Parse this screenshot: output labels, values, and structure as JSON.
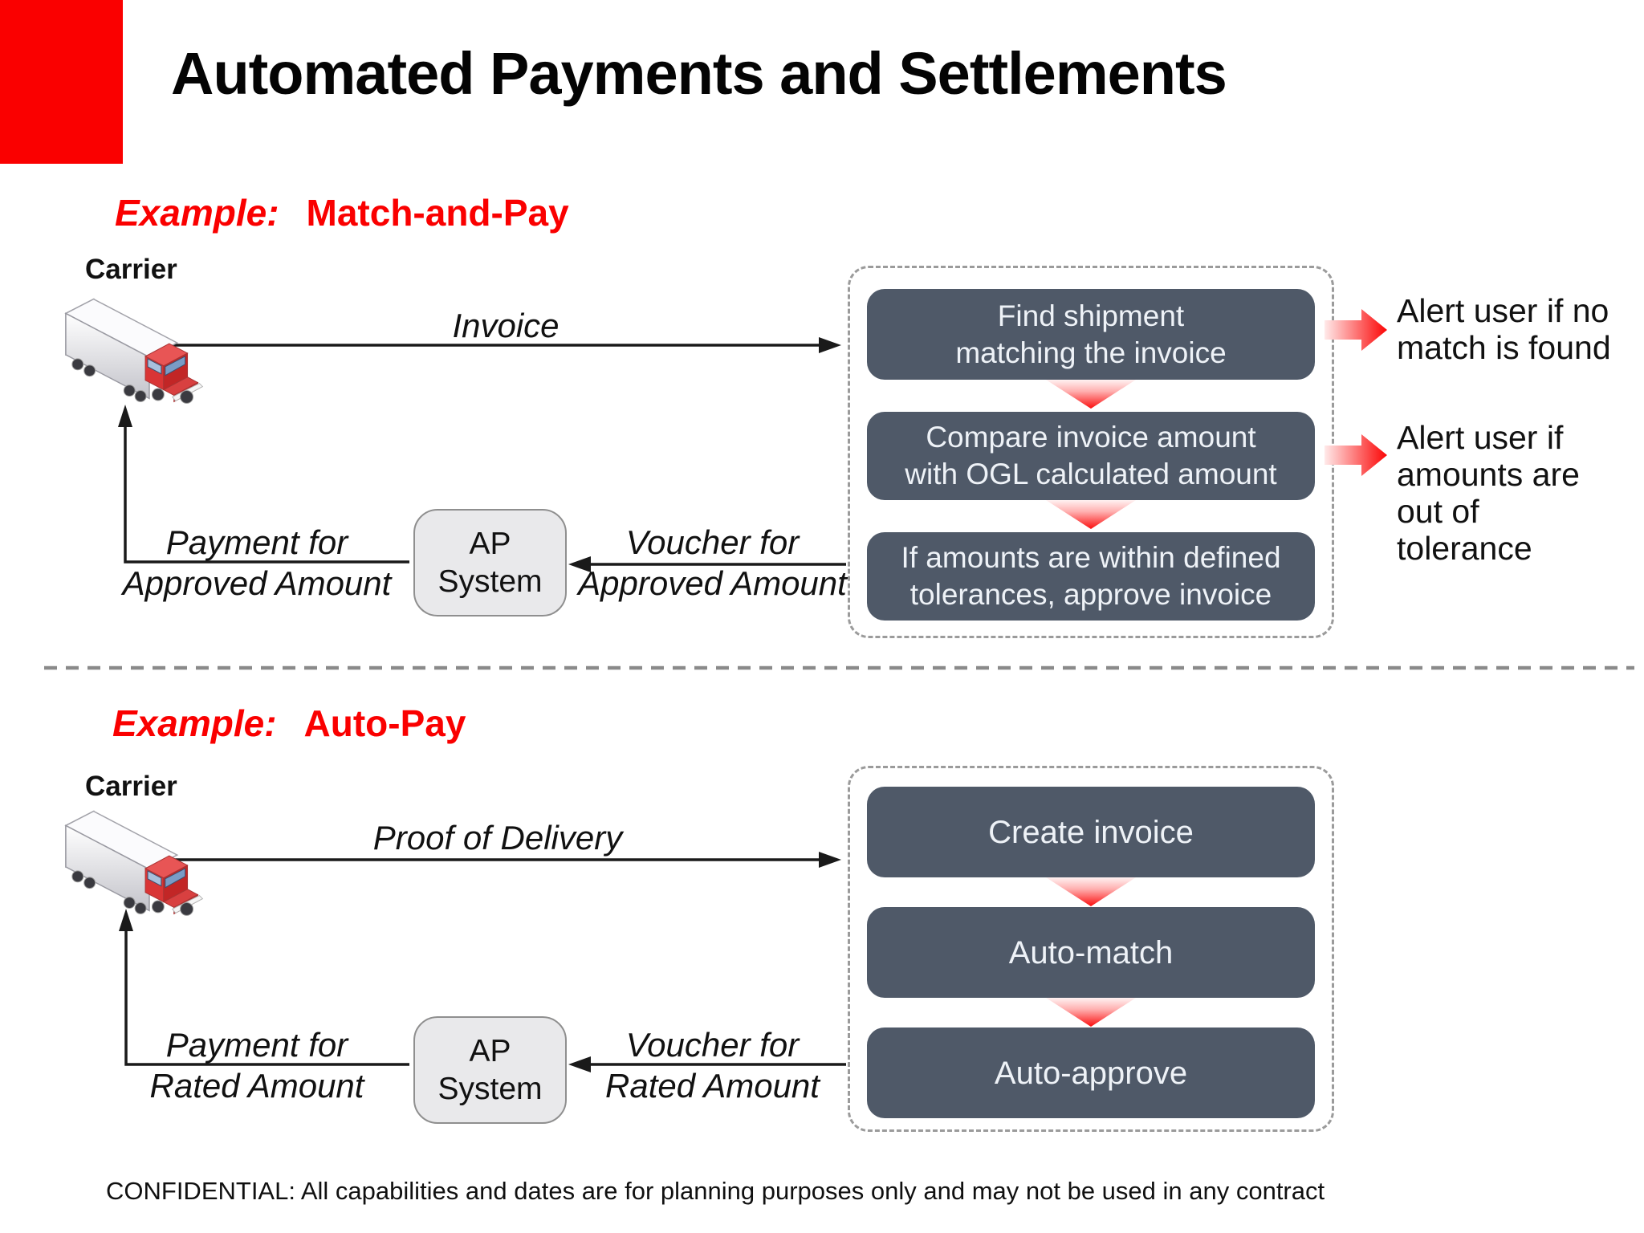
{
  "slide": {
    "title": "Automated Payments and Settlements",
    "footer": "CONFIDENTIAL:  All capabilities and dates are for planning purposes only and may not be used in any contract"
  },
  "colors": {
    "accent_red": "#fa0000",
    "step_box_fill": "#4f5968",
    "step_box_text": "#eef2f7",
    "ap_box_fill": "#e9e9eb",
    "dashed_border_gray": "#9b9b9b",
    "connector_black": "#1a1a1a"
  },
  "icons": {
    "carrier_icon": "truck-icon",
    "step_connector_icon": "red-arrow-down-icon",
    "alert_icon": "red-arrow-right-icon"
  },
  "match_and_pay": {
    "heading_prefix": "Example:",
    "heading_name": "Match-and-Pay",
    "carrier_label": "Carrier",
    "request_label": "Invoice",
    "steps": [
      "Find shipment\nmatching the invoice",
      "Compare invoice amount\nwith OGL calculated amount",
      "If amounts are within defined\ntolerances, approve invoice"
    ],
    "alerts": [
      "Alert user if no\nmatch is found",
      "Alert user if\namounts are\nout of\ntolerance"
    ],
    "ap_system_label": "AP\nSystem",
    "payment_label": "Payment for\nApproved Amount",
    "voucher_label": "Voucher for\nApproved Amount"
  },
  "auto_pay": {
    "heading_prefix": "Example:",
    "heading_name": "Auto-Pay",
    "carrier_label": "Carrier",
    "request_label": "Proof of Delivery",
    "steps": [
      "Create invoice",
      "Auto-match",
      "Auto-approve"
    ],
    "ap_system_label": "AP\nSystem",
    "payment_label": "Payment for\nRated Amount",
    "voucher_label": "Voucher for\nRated Amount"
  }
}
